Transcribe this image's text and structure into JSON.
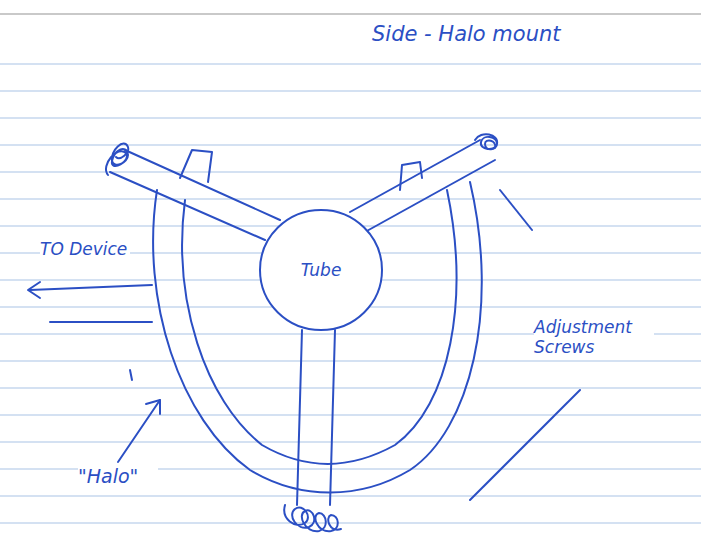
{
  "diagram": {
    "title": "Side - Halo mount",
    "nodes": [
      {
        "text": [
          "Tube"
        ]
      }
    ],
    "labels": [
      "TO Device",
      "Adjustment Screws",
      "\"Halo\""
    ]
  }
}
